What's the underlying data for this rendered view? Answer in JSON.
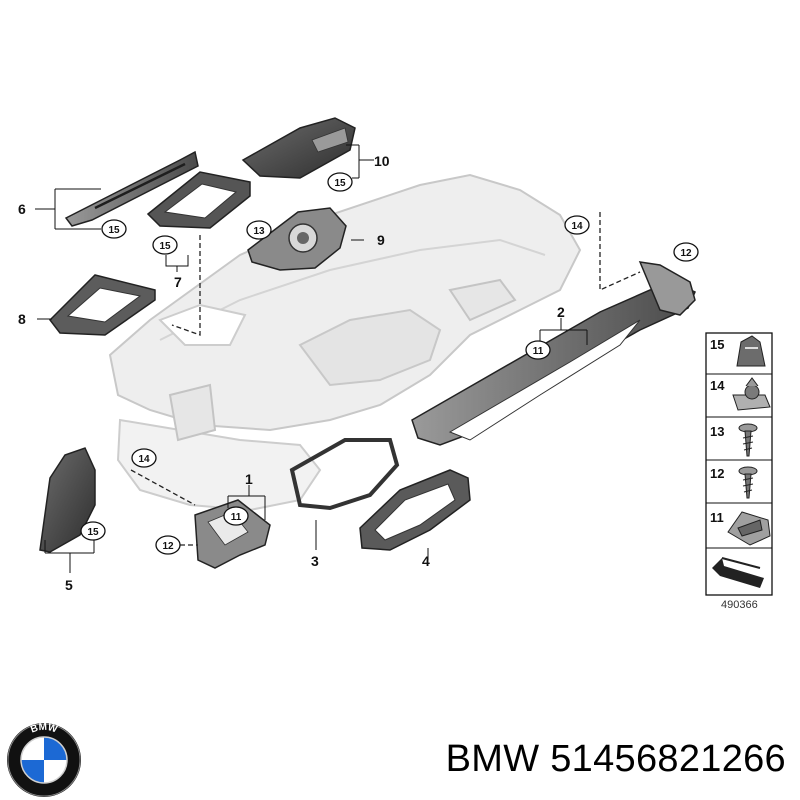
{
  "diagram": {
    "diagram_id": "490366",
    "callouts": {
      "c1": "1",
      "c2": "2",
      "c3": "3",
      "c4": "4",
      "c5": "5",
      "c6": "6",
      "c7": "7",
      "c8": "8",
      "c9": "9",
      "c10": "10"
    },
    "circled": {
      "c15_a": "15",
      "c15_b": "15",
      "c15_c": "15",
      "c15_d": "15",
      "c13": "13",
      "c14_a": "14",
      "c14_b": "14",
      "c12_a": "12",
      "c12_b": "12",
      "c11_a": "11",
      "c11_b": "11"
    },
    "legend": [
      {
        "num": "15",
        "icon": "clip-nut-icon"
      },
      {
        "num": "14",
        "icon": "spring-nut-icon"
      },
      {
        "num": "13",
        "icon": "screw-icon"
      },
      {
        "num": "12",
        "icon": "screw-icon"
      },
      {
        "num": "11",
        "icon": "clip-icon"
      },
      {
        "num": "",
        "icon": "arrow-icon"
      }
    ]
  },
  "brand": {
    "logo_text": "BMW",
    "caption": "BMW 51456821266",
    "colors": {
      "blue": "#1c69d4",
      "ring": "#000000",
      "white": "#ffffff"
    }
  }
}
